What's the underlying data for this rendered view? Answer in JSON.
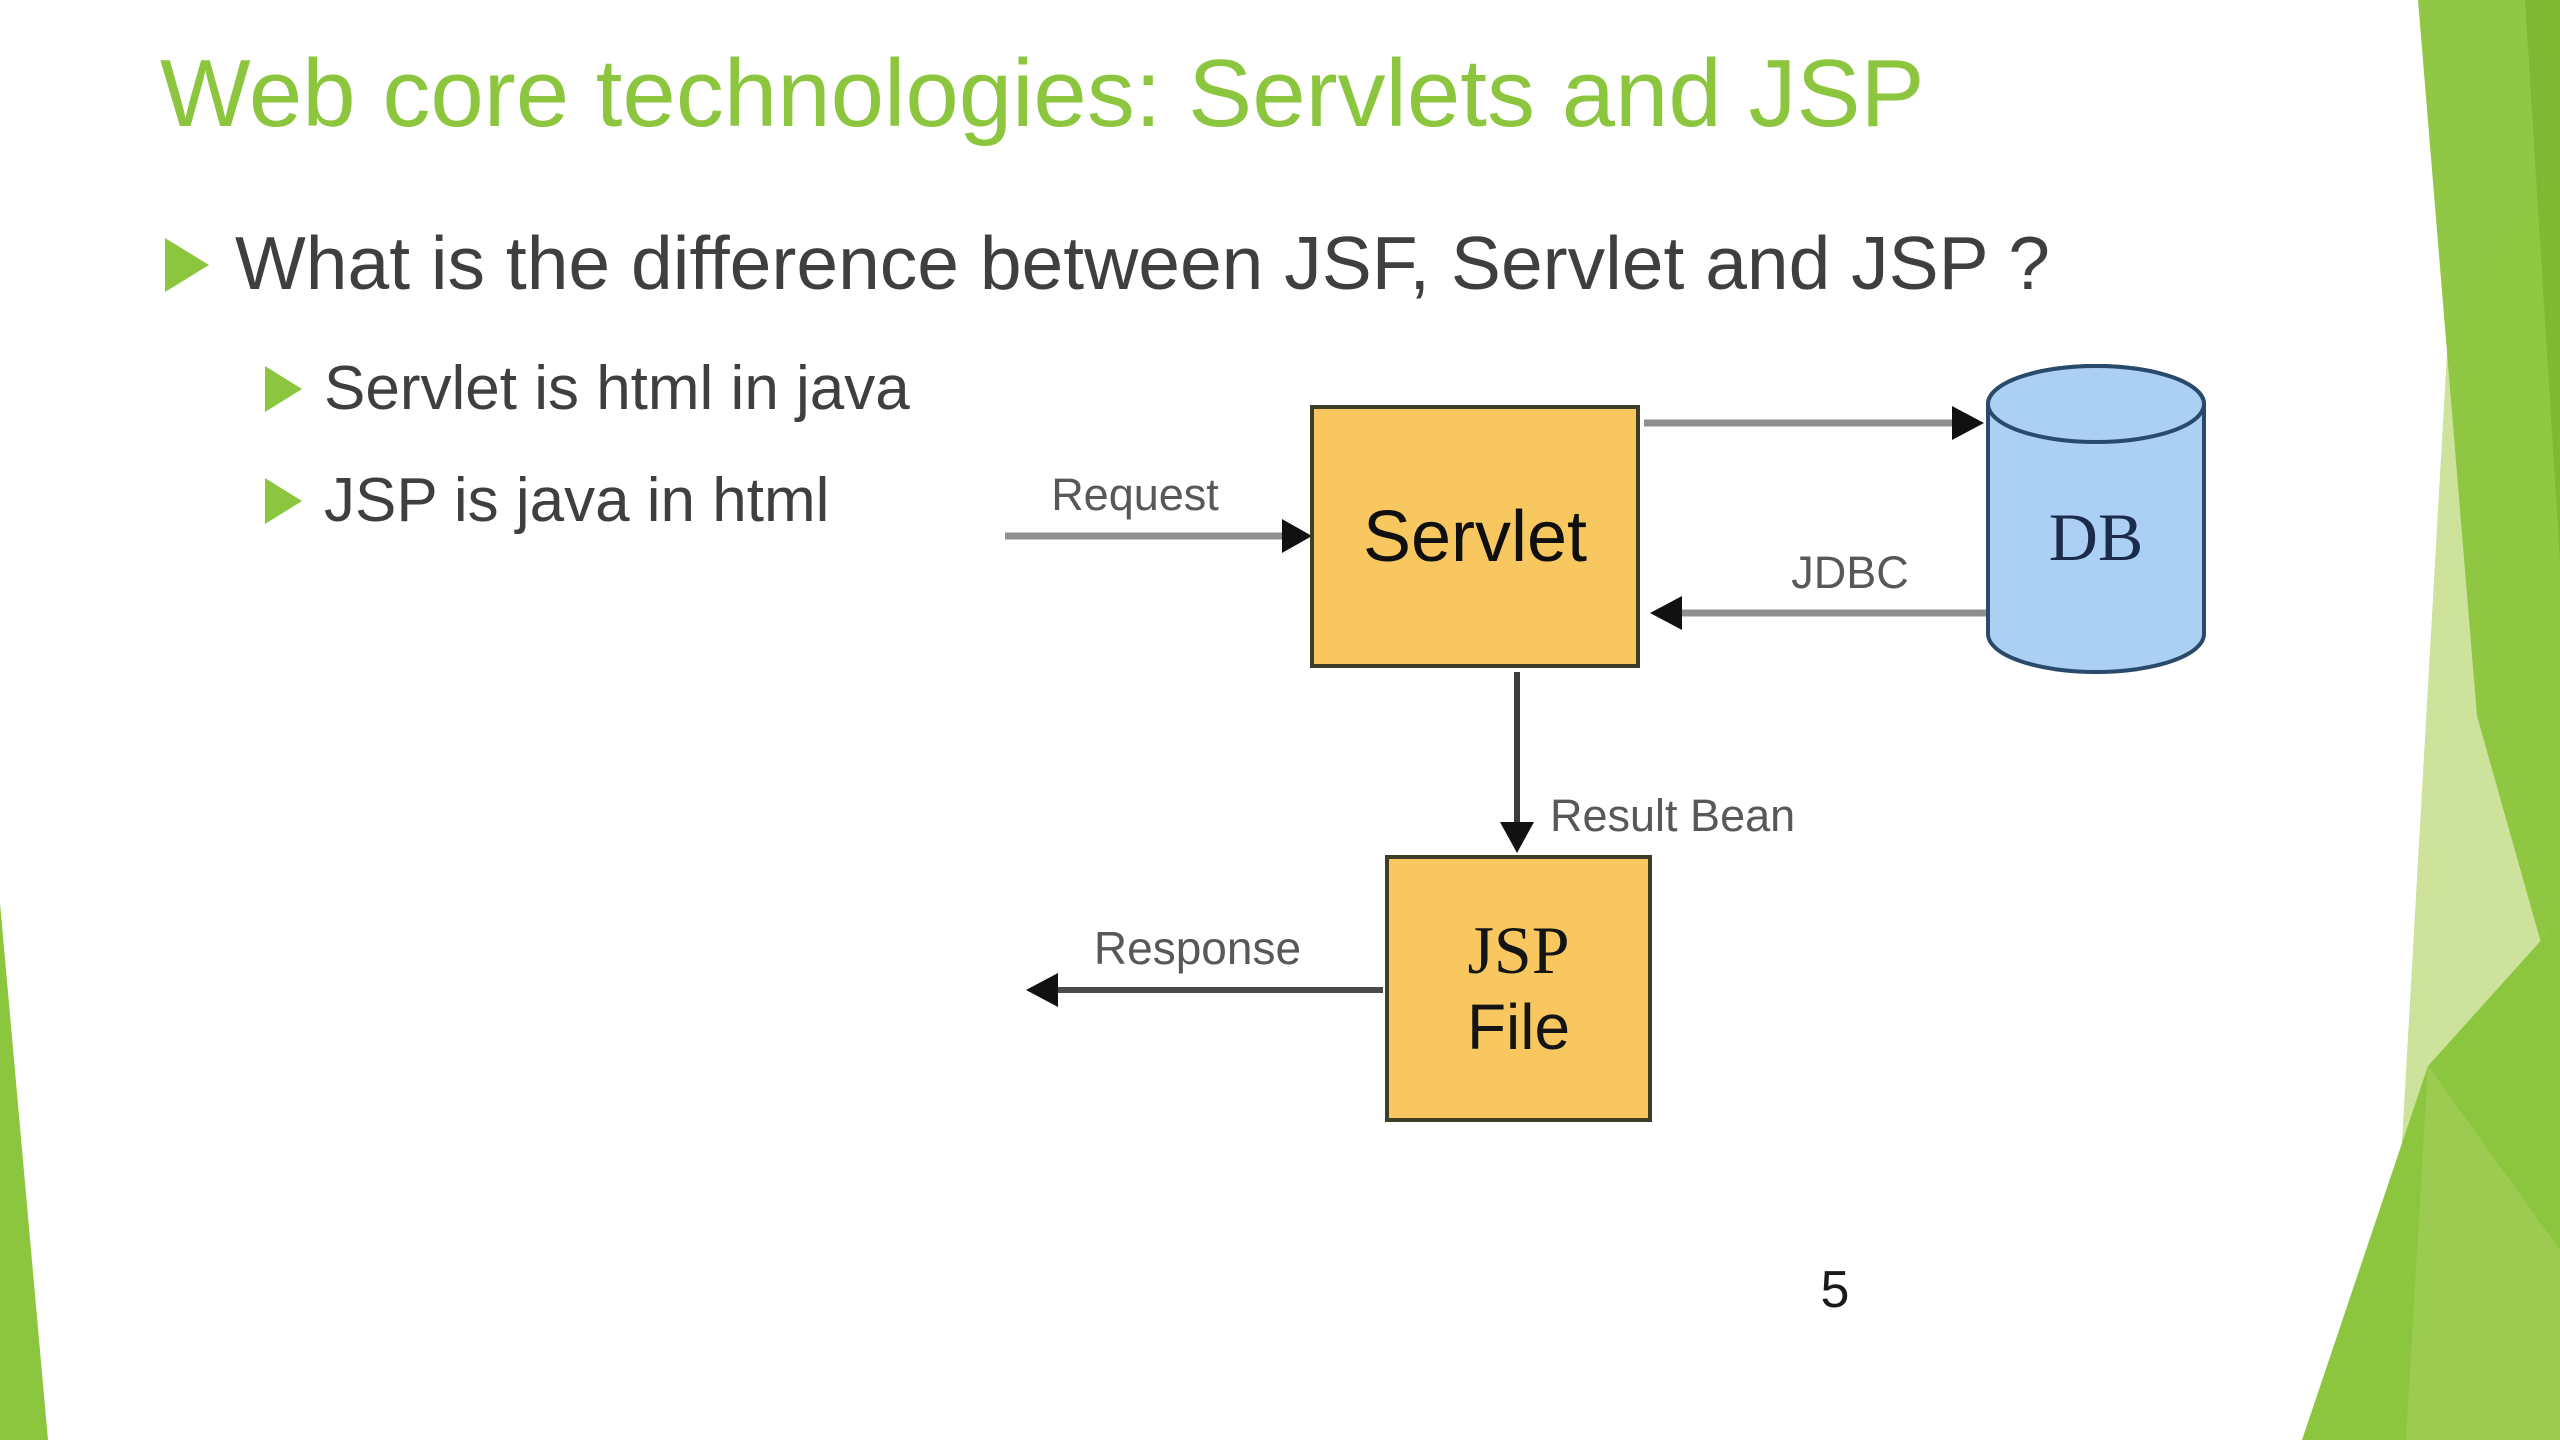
{
  "slide": {
    "title": "Web core technologies: Servlets and JSP",
    "page_number": "5",
    "bullets": {
      "main": "What is the difference between JSF, Servlet and JSP ?",
      "sub": [
        "Servlet is html in java",
        "JSP is java in html"
      ]
    }
  },
  "diagram": {
    "nodes": {
      "servlet": "Servlet",
      "db": "DB",
      "jsp_line1": "JSP",
      "jsp_line2": "File"
    },
    "labels": {
      "request": "Request",
      "jdbc": "JDBC",
      "result_bean": "Result Bean",
      "response": "Response"
    }
  },
  "colors": {
    "accent_green": "#8CC63F",
    "deco_green_dark": "#7CB52F",
    "deco_green_pale": "#CDE29B",
    "body_text": "#3F3F3F",
    "node_orange_fill": "#F8C75F",
    "node_border": "#3E3E28",
    "db_blue_fill": "#ABD0F4",
    "db_border": "#2A4A6B",
    "arrow_gray": "#8F8F8F",
    "arrow_dark": "#3C3C3C",
    "label_gray": "#585858"
  }
}
